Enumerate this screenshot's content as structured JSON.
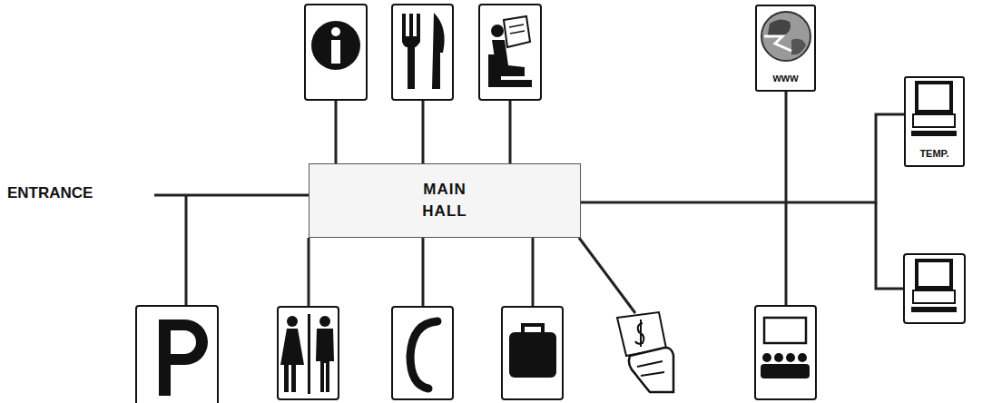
{
  "diagram": {
    "nodes": [
      {
        "text": [
          "www"
        ]
      },
      {
        "text": [
          "TEMP."
        ]
      },
      {
        "text": [
          "MAIN HALL"
        ]
      }
    ],
    "edges": [
      {
        "from": 2,
        "to": 1,
        "arrow": "none"
      }
    ],
    "labels": [
      "ENTRANCE"
    ]
  }
}
